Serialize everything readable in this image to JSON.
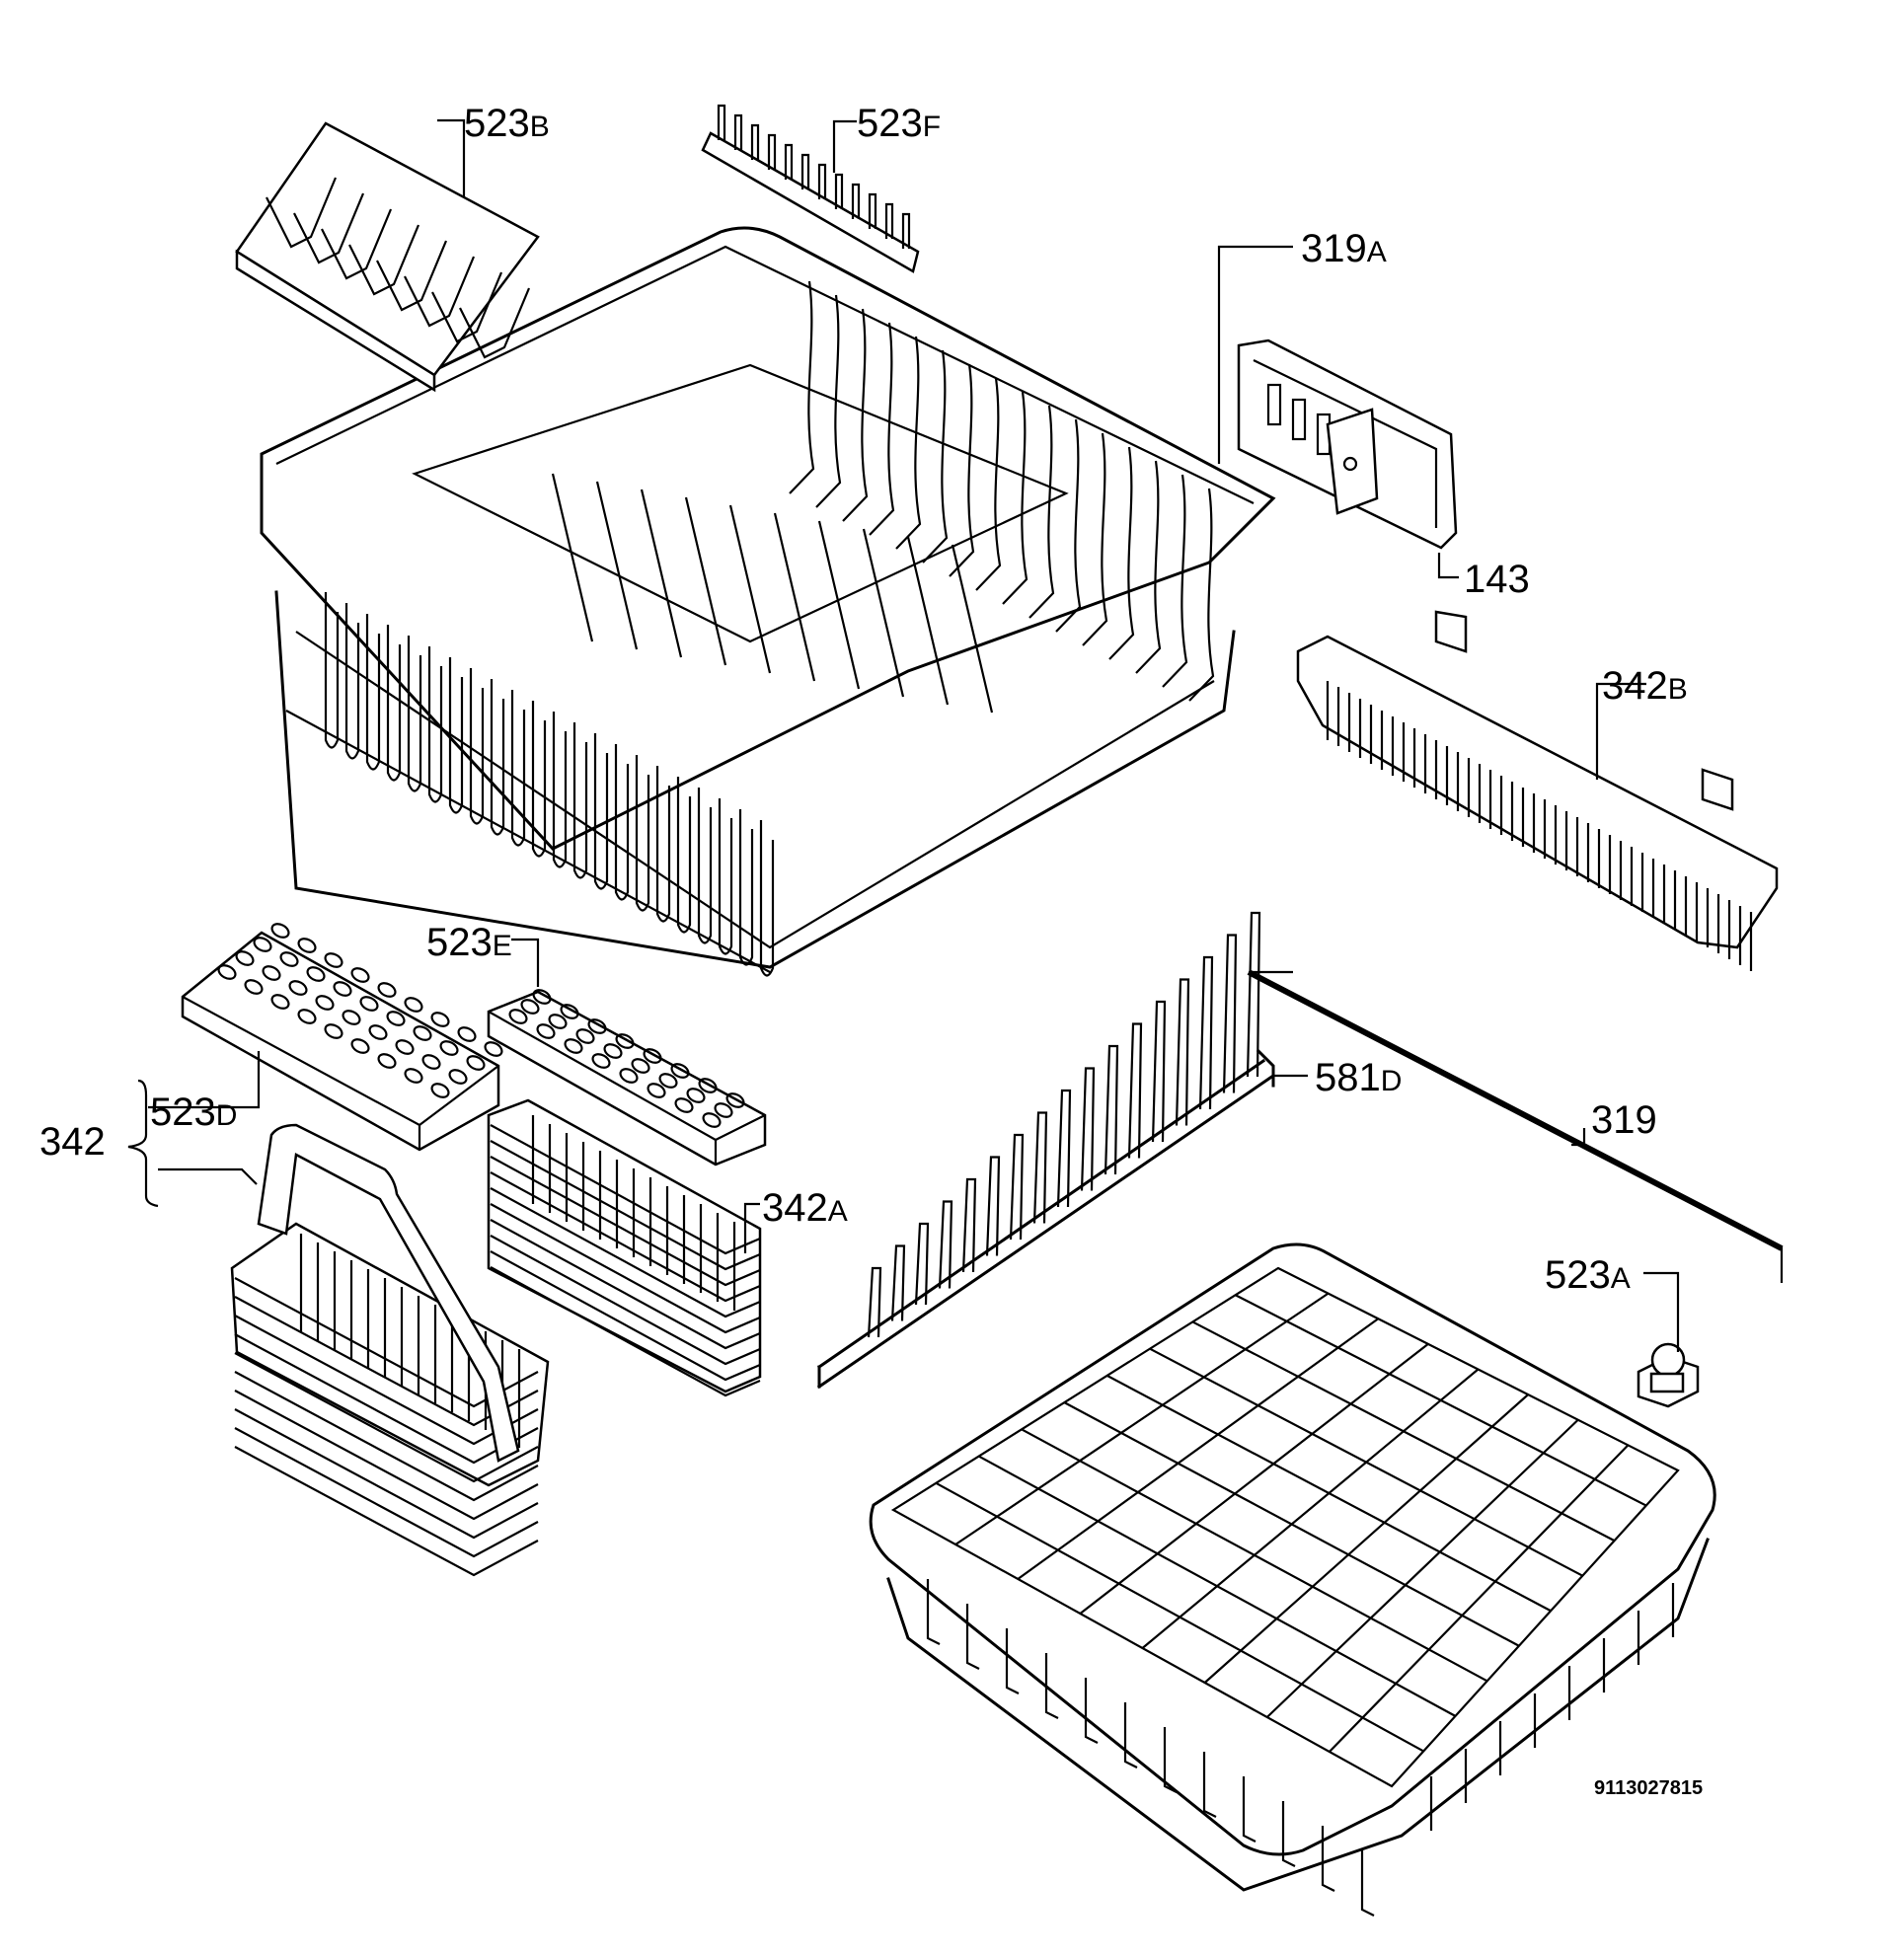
{
  "diagram": {
    "drawing_number": "9113027815",
    "labels": [
      {
        "id": "523B",
        "num": "523",
        "suffix": "B"
      },
      {
        "id": "523F",
        "num": "523",
        "suffix": "F"
      },
      {
        "id": "319A",
        "num": "319",
        "suffix": "A"
      },
      {
        "id": "143",
        "num": "143",
        "suffix": ""
      },
      {
        "id": "342B",
        "num": "342",
        "suffix": "B"
      },
      {
        "id": "523E",
        "num": "523",
        "suffix": "E"
      },
      {
        "id": "523D",
        "num": "523",
        "suffix": "D"
      },
      {
        "id": "342",
        "num": "342",
        "suffix": ""
      },
      {
        "id": "342A",
        "num": "342",
        "suffix": "A"
      },
      {
        "id": "581D",
        "num": "581",
        "suffix": "D"
      },
      {
        "id": "319",
        "num": "319",
        "suffix": ""
      },
      {
        "id": "523A",
        "num": "523",
        "suffix": "A"
      }
    ],
    "parts": [
      {
        "name": "upper-basket"
      },
      {
        "name": "lower-basket"
      },
      {
        "name": "cup-rack"
      },
      {
        "name": "pin-row"
      },
      {
        "name": "rail-bracket"
      },
      {
        "name": "side-basket"
      },
      {
        "name": "cutlery-grid-left"
      },
      {
        "name": "cutlery-grid-right"
      },
      {
        "name": "cutlery-basket-handled"
      },
      {
        "name": "cutlery-basket-stack"
      },
      {
        "name": "plate-rack"
      },
      {
        "name": "rail"
      },
      {
        "name": "wheel"
      }
    ]
  }
}
